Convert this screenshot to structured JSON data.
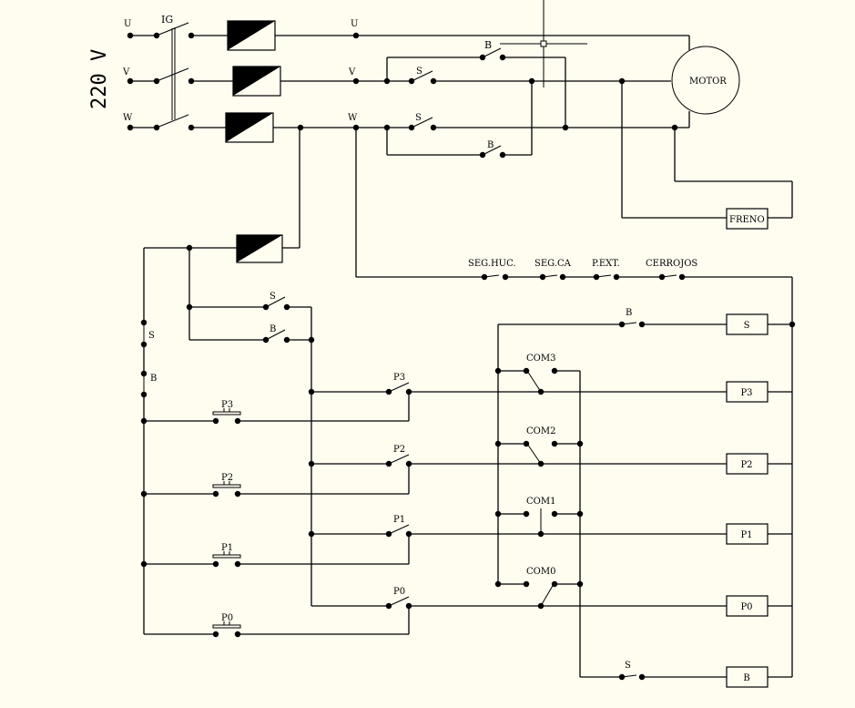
{
  "title": "Esquema eléctrico — ascensor 4 paradas",
  "supply": {
    "voltage_label": "220 V",
    "phases": [
      "U",
      "V",
      "W"
    ],
    "main_switch": "IG"
  },
  "power": {
    "phase_labels_out": [
      "U",
      "V",
      "W"
    ],
    "contact_up": "S",
    "contact_down": "B",
    "motor_label": "MOTOR",
    "brake_label": "FRENO"
  },
  "safety_chain": [
    "SEG.HUC.",
    "SEG.CA",
    "P.EXT.",
    "CERROJOS"
  ],
  "control": {
    "left_interlocks": [
      "S",
      "B"
    ],
    "hold_contacts": [
      "S",
      "B"
    ],
    "buttons": [
      "P3",
      "P2",
      "P1",
      "P0"
    ],
    "relay_contacts": [
      "P3",
      "P2",
      "P1",
      "P0"
    ],
    "commutators": [
      "COM3",
      "COM2",
      "COM1",
      "COM0"
    ],
    "coil_up_interlock": "B",
    "coil_down_interlock": "S",
    "coils": [
      "S",
      "P3",
      "P2",
      "P1",
      "P0",
      "B"
    ]
  }
}
